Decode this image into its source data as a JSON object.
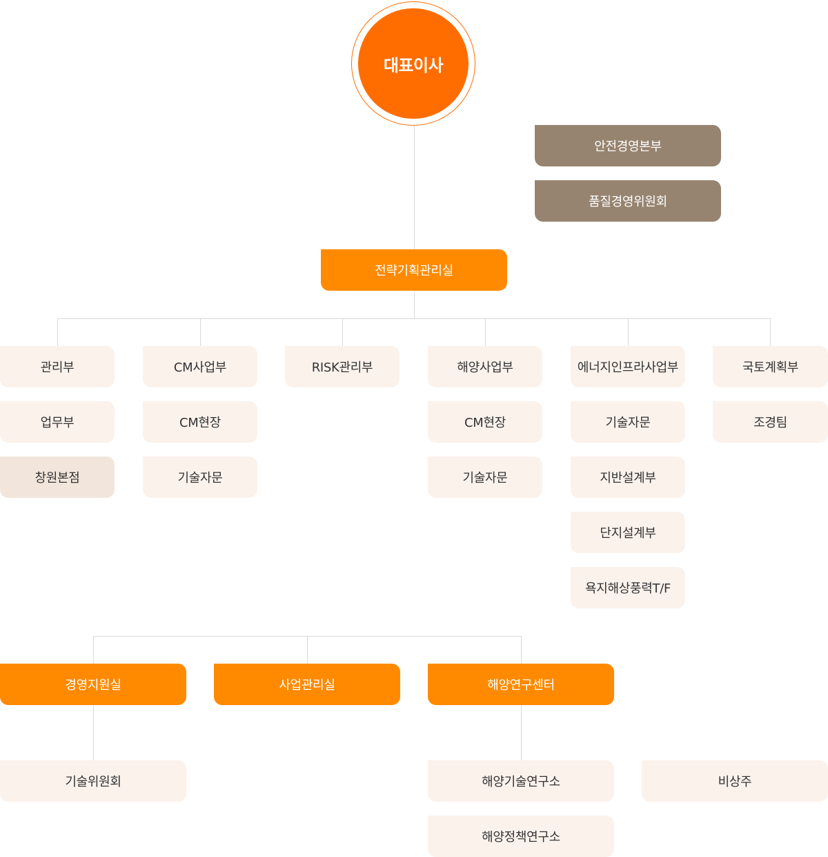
{
  "ceo": "대표이사",
  "advisory": [
    "안전경영본부",
    "품질경영위원회"
  ],
  "strategy": "전략기획관리실",
  "columns": [
    {
      "head": "관리부",
      "items": [
        "업무부",
        "창원본점"
      ]
    },
    {
      "head": "CM사업부",
      "items": [
        "CM현장",
        "기술자문"
      ]
    },
    {
      "head": "RISK관리부",
      "items": []
    },
    {
      "head": "해양사업부",
      "items": [
        "CM현장",
        "기술자문"
      ]
    },
    {
      "head": "에너지인프라사업부",
      "items": [
        "기술자문",
        "지반설계부",
        "단지설계부",
        "욕지해상풍력T/F"
      ]
    },
    {
      "head": "국토계획부",
      "items": [
        "조경팀"
      ]
    }
  ],
  "offices": [
    {
      "head": "경영지원실",
      "items": [
        "기술위원회"
      ]
    },
    {
      "head": "사업관리실",
      "items": []
    },
    {
      "head": "해양연구센터",
      "items": [
        "해양기술연구소",
        "해양정책연구소"
      ]
    }
  ],
  "non_resident": "비상주",
  "colors": {
    "ceo": "#ff6d00",
    "orange": "#ff8a00",
    "brown": "#978470",
    "light": "#fbf2ec",
    "line": "#d9d9d9"
  }
}
